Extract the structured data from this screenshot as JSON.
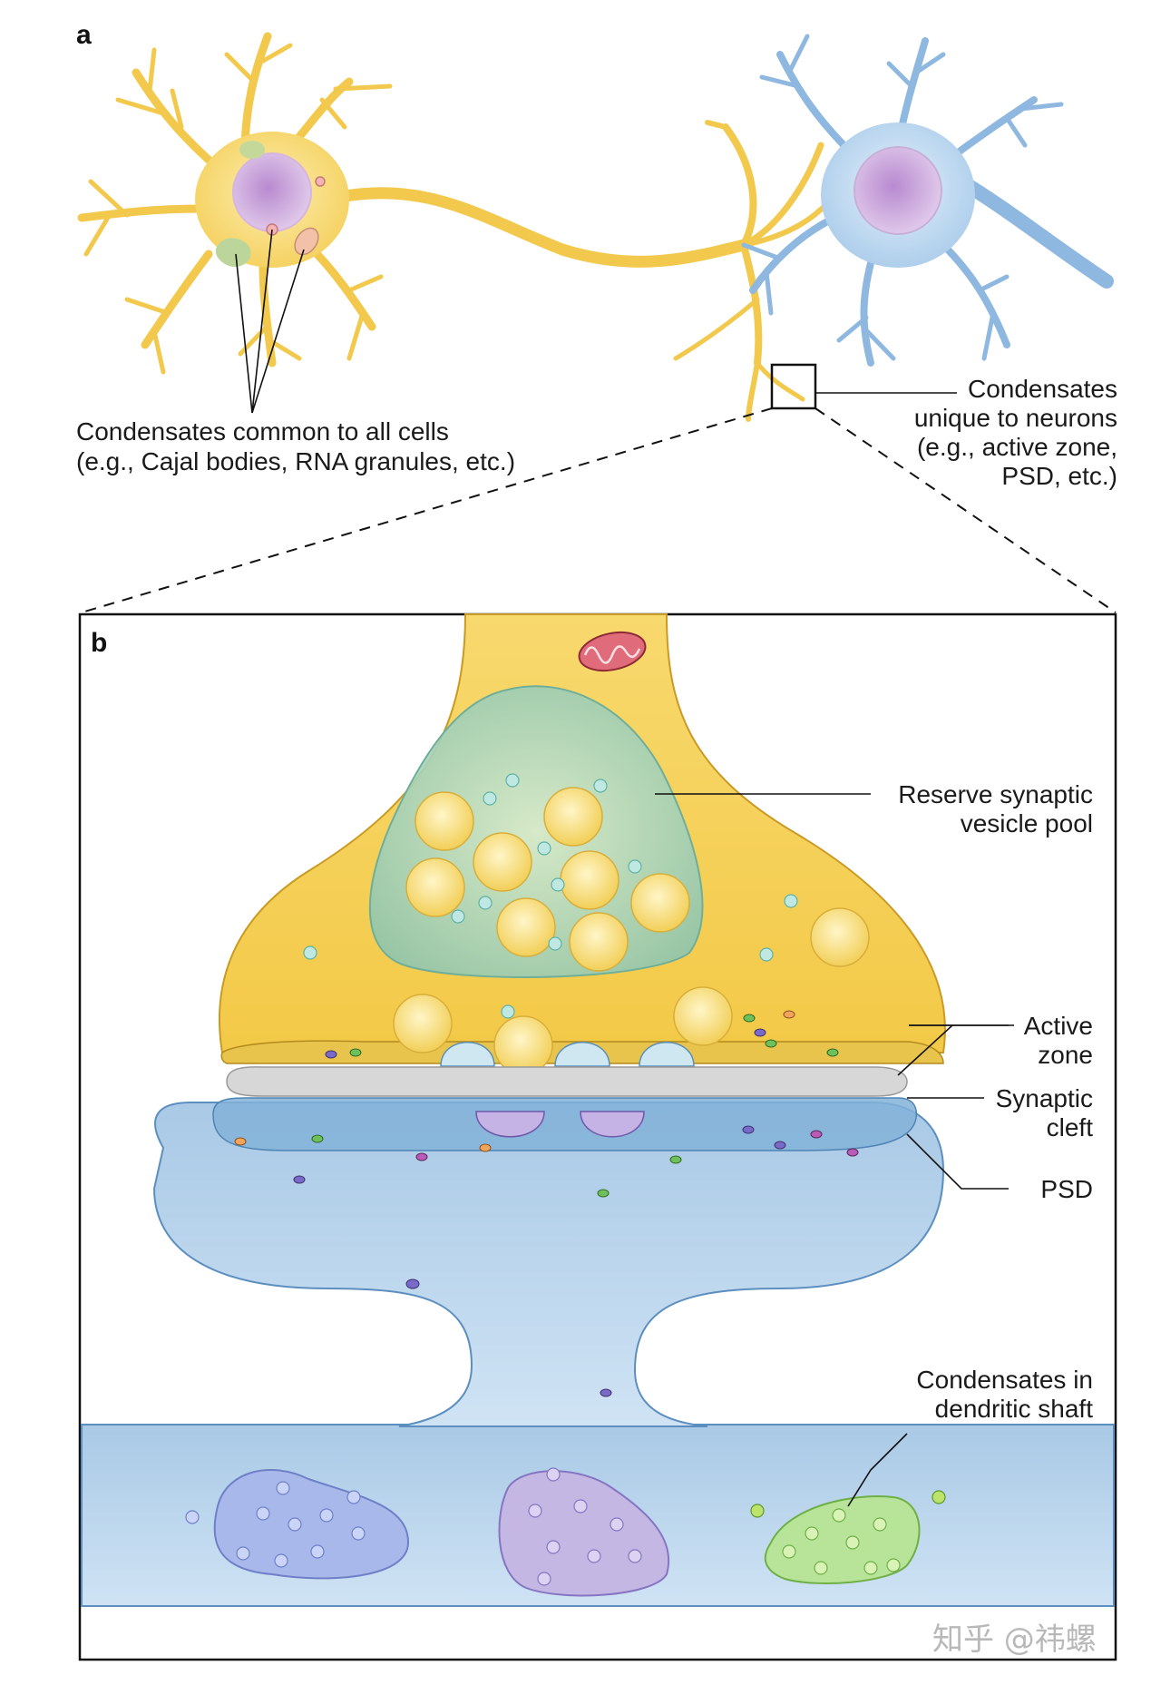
{
  "panels": {
    "a": "a",
    "b": "b"
  },
  "labels": {
    "common_line1": "Condensates common to all cells",
    "common_line2": "(e.g., Cajal bodies, RNA granules, etc.)",
    "unique_line1": "Condensates",
    "unique_line2": "unique to neurons",
    "unique_line3": "(e.g., active zone,",
    "unique_line4": "PSD, etc.)",
    "reserve_line1": "Reserve synaptic",
    "reserve_line2": "vesicle pool",
    "active_line1": "Active",
    "active_line2": "zone",
    "cleft_line1": "Synaptic",
    "cleft_line2": "cleft",
    "psd": "PSD",
    "shaft_line1": "Condensates in",
    "shaft_line2": "dendritic shaft"
  },
  "watermark": "知乎 @祎螺",
  "colors": {
    "presynaptic_neuron": "#f7d76a",
    "postsynaptic_neuron": "#bcd8ee",
    "nucleus": "#c9a6d6",
    "reserve_pool": "#a9d4b8",
    "cleft": "#d4d4d4",
    "psd": "#7fb0d4"
  }
}
